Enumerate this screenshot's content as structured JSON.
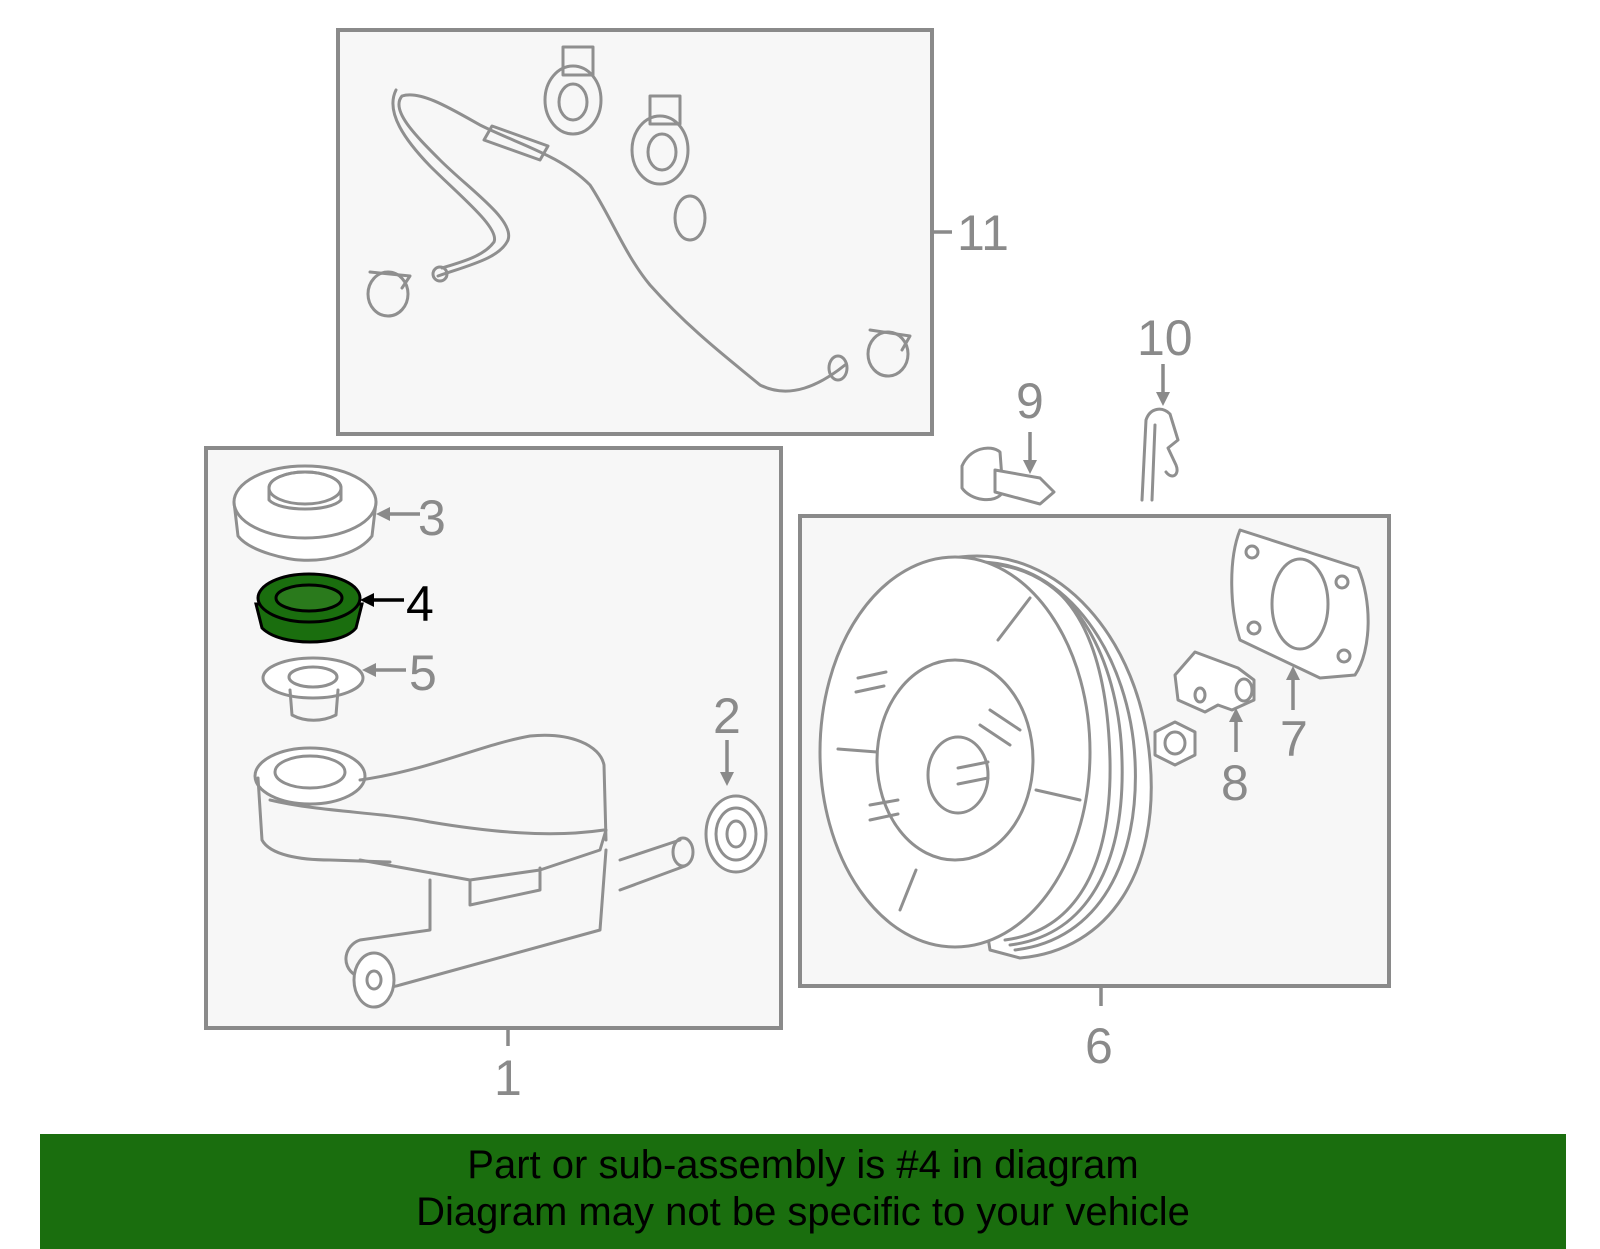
{
  "callouts": {
    "c1": "1",
    "c2": "2",
    "c3": "3",
    "c4": "4",
    "c5": "5",
    "c6": "6",
    "c7": "7",
    "c8": "8",
    "c9": "9",
    "c10": "10",
    "c11": "11"
  },
  "highlight": {
    "part": "4",
    "color": "#1a6e0e"
  },
  "banner": {
    "line1": "Part or sub-assembly is #4 in diagram",
    "line2": "Diagram may not be specific to your vehicle"
  },
  "colors": {
    "outline": "#8a8a8a",
    "box_fill": "#f7f7f7",
    "banner_bg": "#1a6e0e"
  }
}
